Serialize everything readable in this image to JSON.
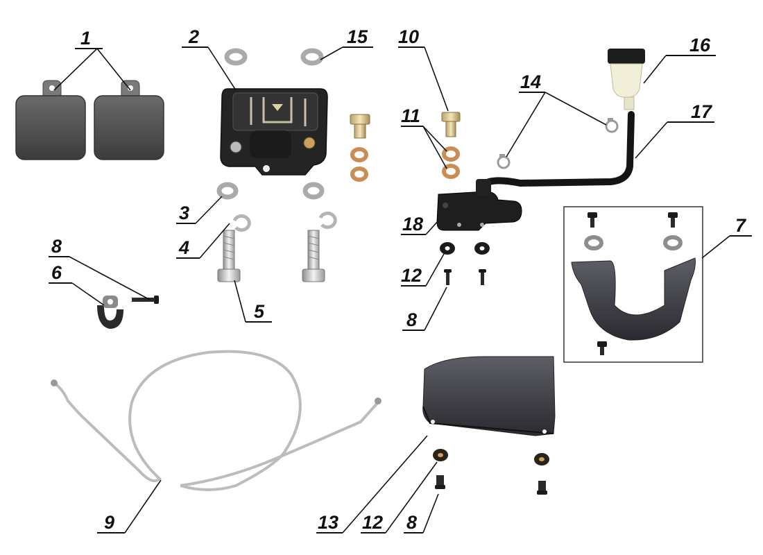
{
  "diagram": {
    "callouts": [
      {
        "id": "c1",
        "label": "1"
      },
      {
        "id": "c2",
        "label": "2"
      },
      {
        "id": "c3",
        "label": "3"
      },
      {
        "id": "c4",
        "label": "4"
      },
      {
        "id": "c5",
        "label": "5"
      },
      {
        "id": "c6",
        "label": "6"
      },
      {
        "id": "c7",
        "label": "7"
      },
      {
        "id": "c8a",
        "label": "8"
      },
      {
        "id": "c8b",
        "label": "8"
      },
      {
        "id": "c8c",
        "label": "8"
      },
      {
        "id": "c9",
        "label": "9"
      },
      {
        "id": "c10",
        "label": "10"
      },
      {
        "id": "c11",
        "label": "11"
      },
      {
        "id": "c12a",
        "label": "12"
      },
      {
        "id": "c12b",
        "label": "12"
      },
      {
        "id": "c13",
        "label": "13"
      },
      {
        "id": "c14",
        "label": "14"
      },
      {
        "id": "c15",
        "label": "15"
      },
      {
        "id": "c16",
        "label": "16"
      },
      {
        "id": "c17",
        "label": "17"
      },
      {
        "id": "c18",
        "label": "18"
      }
    ],
    "colors": {
      "pad": "#4a4a4a",
      "caliper": "#222222",
      "metal": "#c9c9c9",
      "copper": "#c98d55",
      "hose": "#151515",
      "guard": "#3a3a42",
      "reservoir": "#f1efd8"
    }
  }
}
